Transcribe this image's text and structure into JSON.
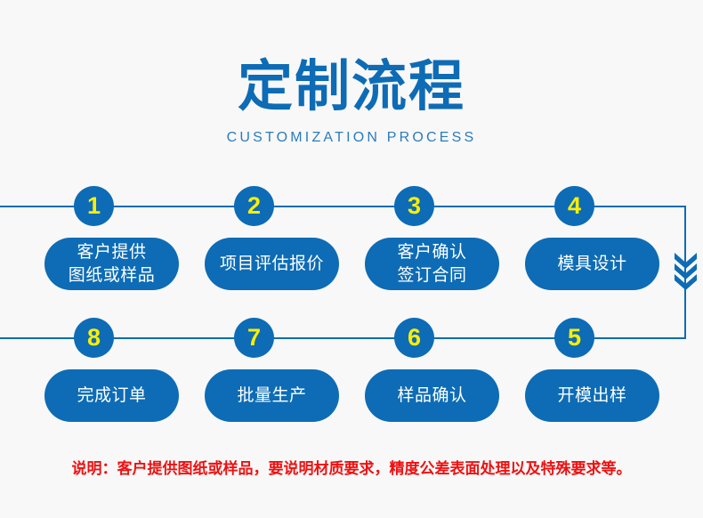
{
  "page": {
    "background_color": "#f8f8f8",
    "brand_blue": "#0d6cb5",
    "accent_yellow": "#ffee00",
    "note_red": "#ee1111"
  },
  "header": {
    "title": "定制流程",
    "subtitle": "CUSTOMIZATION PROCESS"
  },
  "flow": {
    "row1": [
      {
        "number": "1",
        "label_line1": "客户提供",
        "label_line2": "图纸或样品"
      },
      {
        "number": "2",
        "label_line1": "项目评估报价",
        "label_line2": ""
      },
      {
        "number": "3",
        "label_line1": "客户确认",
        "label_line2": "签订合同"
      },
      {
        "number": "4",
        "label_line1": "模具设计",
        "label_line2": ""
      }
    ],
    "row2": [
      {
        "number": "8",
        "label_line1": "完成订单",
        "label_line2": ""
      },
      {
        "number": "7",
        "label_line1": "批量生产",
        "label_line2": ""
      },
      {
        "number": "6",
        "label_line1": "样品确认",
        "label_line2": ""
      },
      {
        "number": "5",
        "label_line1": "开模出样",
        "label_line2": ""
      }
    ],
    "connector_icon": "double-chevron-down-icon"
  },
  "footer": {
    "note": "说明：客户提供图纸或样品，要说明材质要求，精度公差表面处理以及特殊要求等。"
  }
}
